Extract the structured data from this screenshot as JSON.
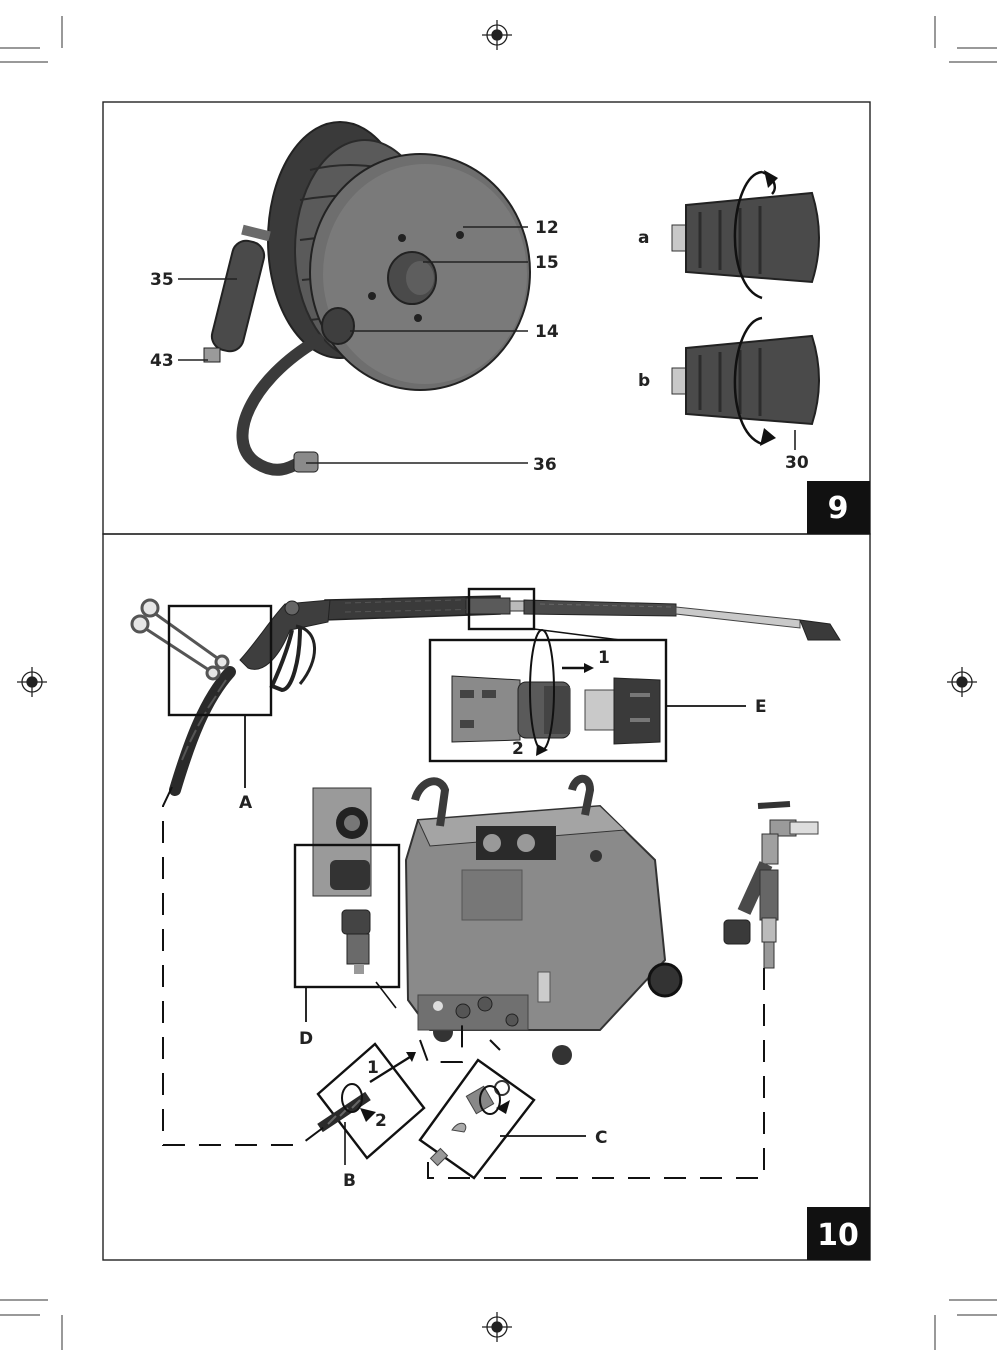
{
  "figure9": {
    "number": "9",
    "labels": {
      "l12": "12",
      "l15": "15",
      "l35": "35",
      "l14": "14",
      "l43": "43",
      "l36": "36",
      "la": "a",
      "lb": "b",
      "l30": "30"
    }
  },
  "figure10": {
    "number": "10",
    "labels": {
      "A": "A",
      "B": "B",
      "C": "C",
      "D": "D",
      "E": "E",
      "step1_e": "1",
      "step2_e": "2",
      "step1_b": "1",
      "step2_b": "2"
    }
  },
  "colors": {
    "ink": "#222222",
    "part_dark": "#3a3a3a",
    "part_mid": "#6e6e6e",
    "part_light": "#b8b8b8",
    "machine_body": "#8a8a8a"
  }
}
